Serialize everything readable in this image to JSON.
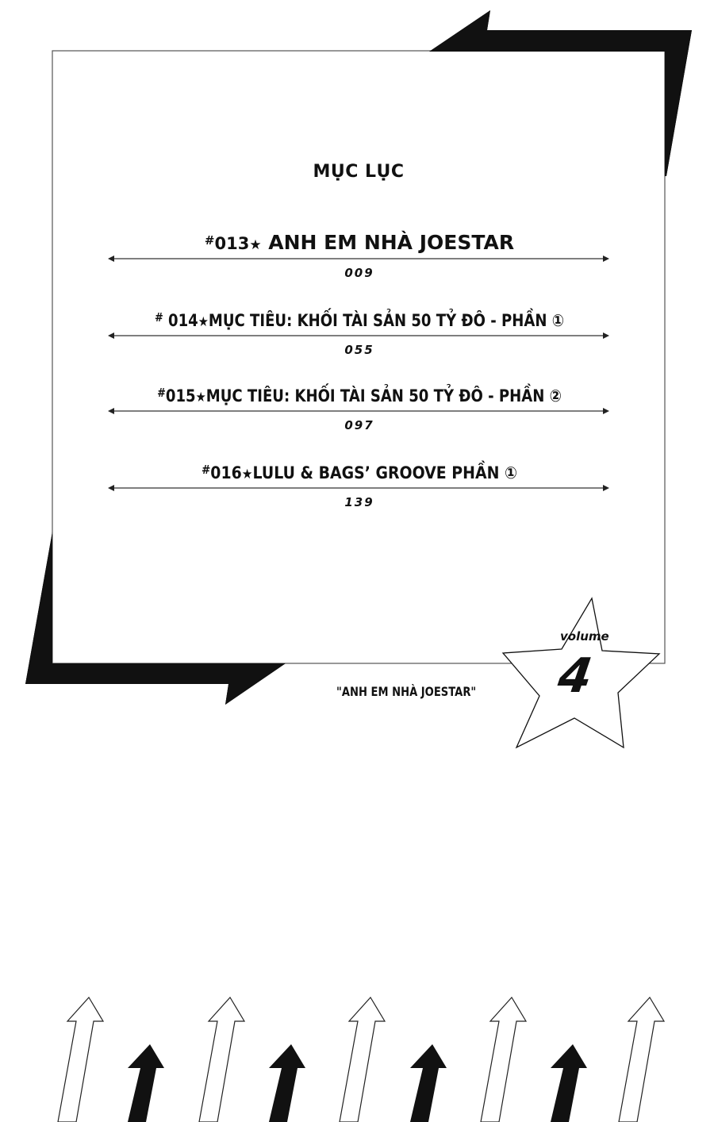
{
  "toc": {
    "title": "MỤC LỤC",
    "entries": [
      {
        "hash": "#",
        "number": "013",
        "star": "★",
        "title": " ANH EM NHÀ JOESTAR",
        "page": "009"
      },
      {
        "hash": "#",
        "number": " 014",
        "star": "★",
        "title": "MỤC TIÊU: KHỐI TÀI SẢN 50 TỶ ĐÔ - PHẦN ①",
        "page": "055"
      },
      {
        "hash": "#",
        "number": "015",
        "star": "★",
        "title": "MỤC TIÊU: KHỐI TÀI SẢN 50 TỶ ĐÔ - PHẦN ②",
        "page": "097"
      },
      {
        "hash": "#",
        "number": "016",
        "star": "★",
        "title": "LULU & BAGS’ GROOVE PHẦN ①",
        "page": "139"
      }
    ]
  },
  "volume": {
    "label": "volume",
    "number": "4",
    "subtitle": "\"ANH EM NHÀ JOESTAR\""
  },
  "colors": {
    "ink": "#111111",
    "paper": "#ffffff",
    "border": "#555555"
  },
  "decor": {
    "white_arrows": 5,
    "black_arrows": 4
  }
}
